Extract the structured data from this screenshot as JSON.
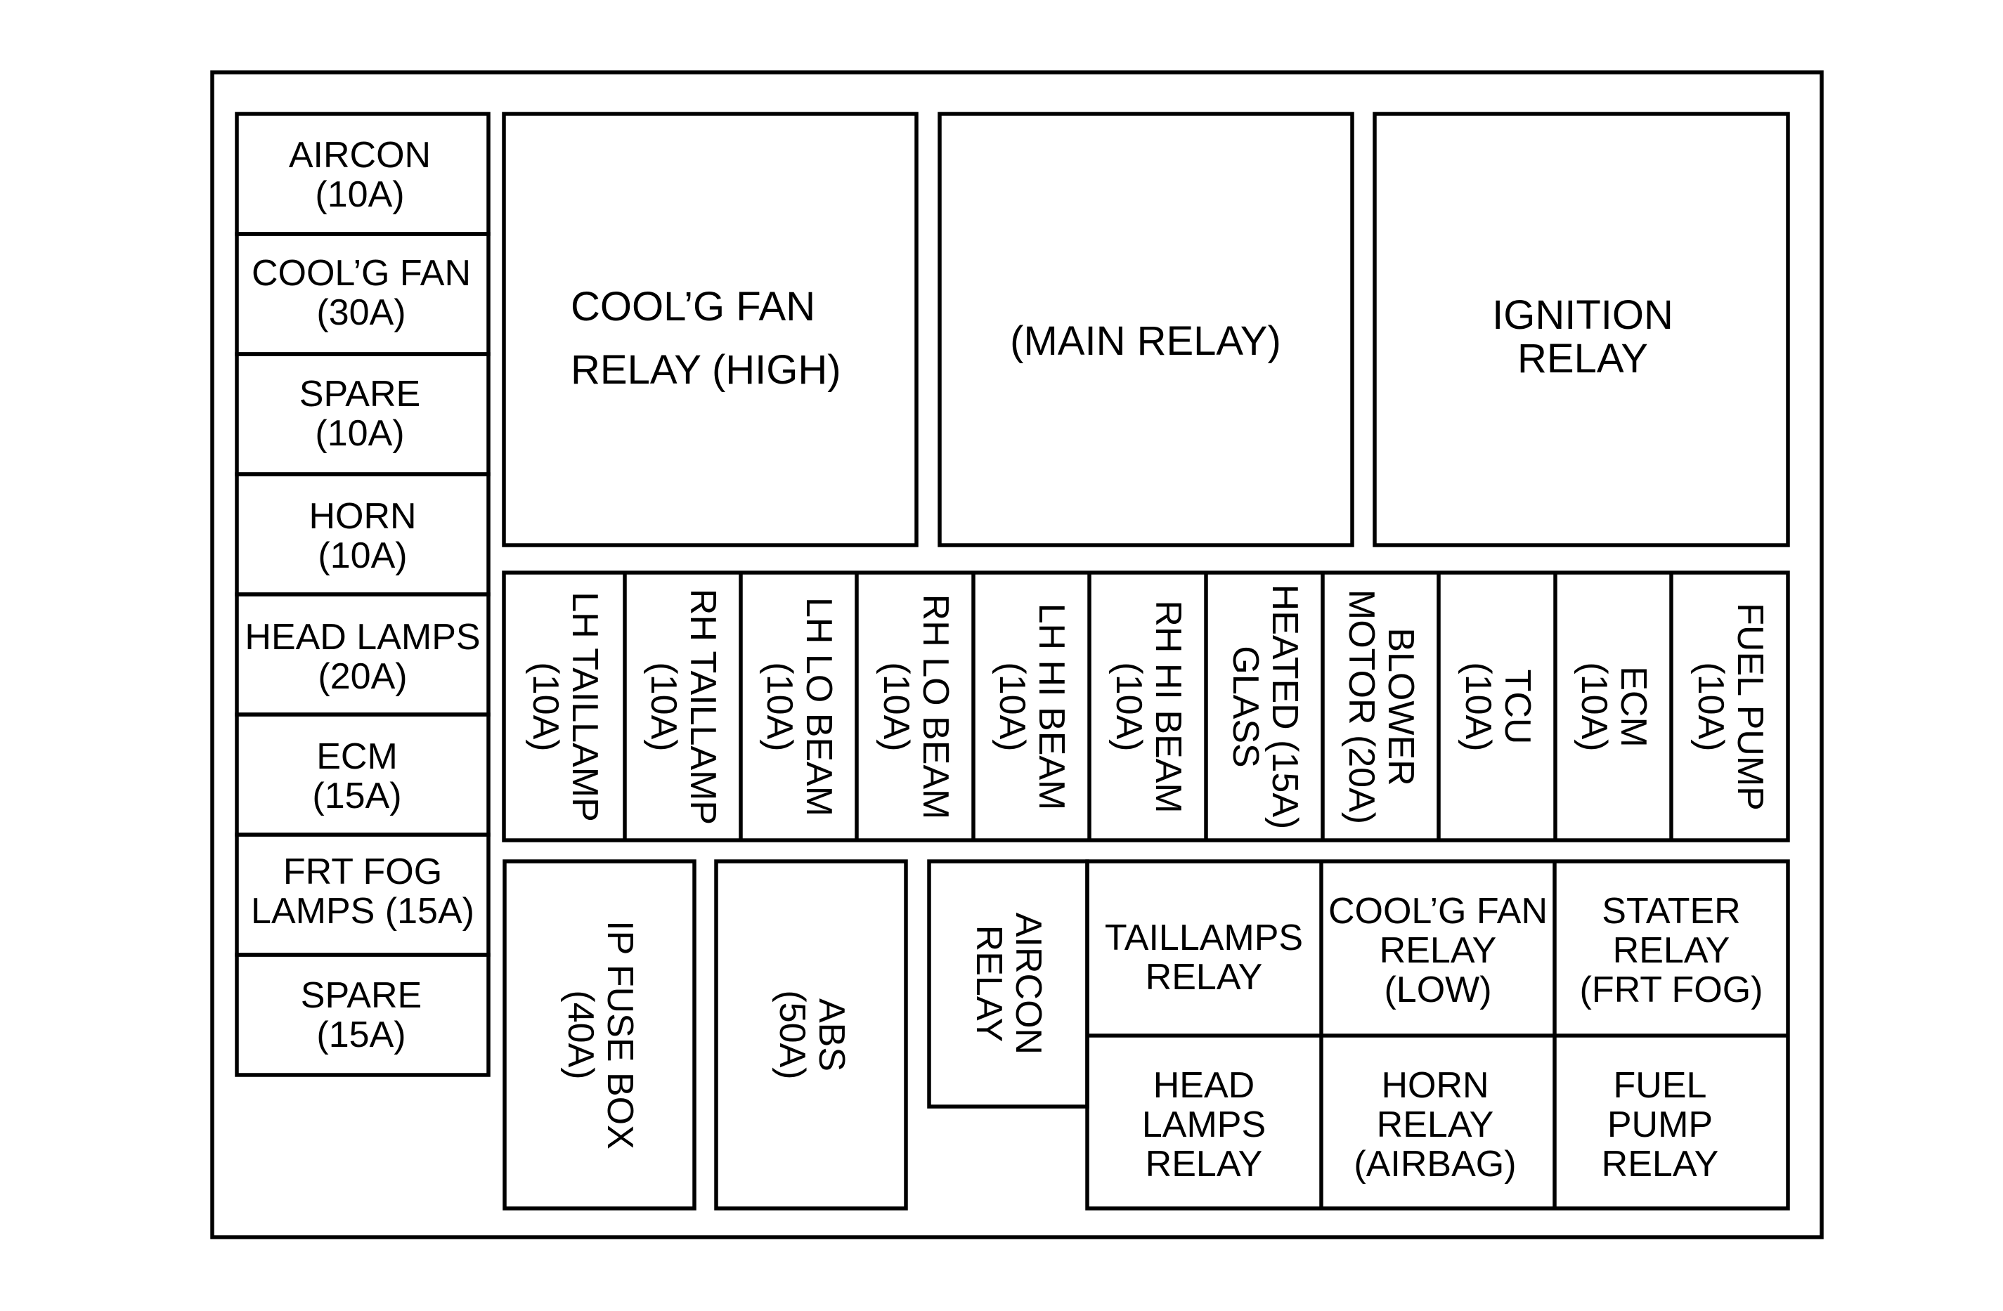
{
  "left_column": [
    {
      "line1": "AIRCON",
      "line2": "(10A)"
    },
    {
      "line1": "COOL’G FAN",
      "line2": "(30A)"
    },
    {
      "line1": "SPARE",
      "line2": "(10A)"
    },
    {
      "line1": "HORN",
      "line2": "(10A)"
    },
    {
      "line1": "HEAD LAMPS",
      "line2": "(20A)"
    },
    {
      "line1": "ECM",
      "line2": "(15A)"
    },
    {
      "line1": "FRT FOG",
      "line2": "LAMPS (15A)"
    },
    {
      "line1": "SPARE",
      "line2": "(15A)"
    }
  ],
  "large_relays": [
    {
      "line1": "COOL’G FAN",
      "line2": "RELAY (HIGH)"
    },
    {
      "line1": "(MAIN RELAY)"
    },
    {
      "line1": "IGNITION",
      "line2": "RELAY"
    }
  ],
  "vertical_fuses": [
    {
      "line1": "LH TAILLAMP",
      "line2": "(10A)"
    },
    {
      "line1": "RH TAILLAMP",
      "line2": "(10A)"
    },
    {
      "line1": "LH LO BEAM",
      "line2": "(10A)"
    },
    {
      "line1": "RH LO BEAM",
      "line2": "(10A)"
    },
    {
      "line1": "LH HI BEAM",
      "line2": "(10A)"
    },
    {
      "line1": "RH HI BEAM",
      "line2": "(10A)"
    },
    {
      "line1": "HEATED (15A)",
      "line2": "GLASS"
    },
    {
      "line1": "BLOWER",
      "line2": "MOTOR (20A)"
    },
    {
      "line1": "TCU",
      "line2": "(10A)"
    },
    {
      "line1": "ECM",
      "line2": "(10A)"
    },
    {
      "line1": "FUEL PUMP",
      "line2": "(10A)"
    }
  ],
  "bottom_fuses": [
    {
      "line1": "IP FUSE BOX",
      "line2": "(40A)"
    },
    {
      "line1": "ABS",
      "line2": "(50A)"
    }
  ],
  "aircon_relay": {
    "line1": "AIRCON",
    "line2": "RELAY"
  },
  "small_relays_top": [
    {
      "line1": "TAILLAMPS",
      "line2": "RELAY"
    },
    {
      "line1": "COOL’G FAN",
      "line2": "RELAY",
      "line3": "(LOW)"
    },
    {
      "line1": "STATER",
      "line2": "RELAY",
      "line3": "(FRT FOG)"
    }
  ],
  "small_relays_bottom": [
    {
      "line1": "HEAD",
      "line2": "LAMPS",
      "line3": "RELAY"
    },
    {
      "line1": "HORN",
      "line2": "RELAY",
      "line3": "(AIRBAG)"
    },
    {
      "line1": "FUEL",
      "line2": "PUMP",
      "line3": "RELAY"
    }
  ]
}
